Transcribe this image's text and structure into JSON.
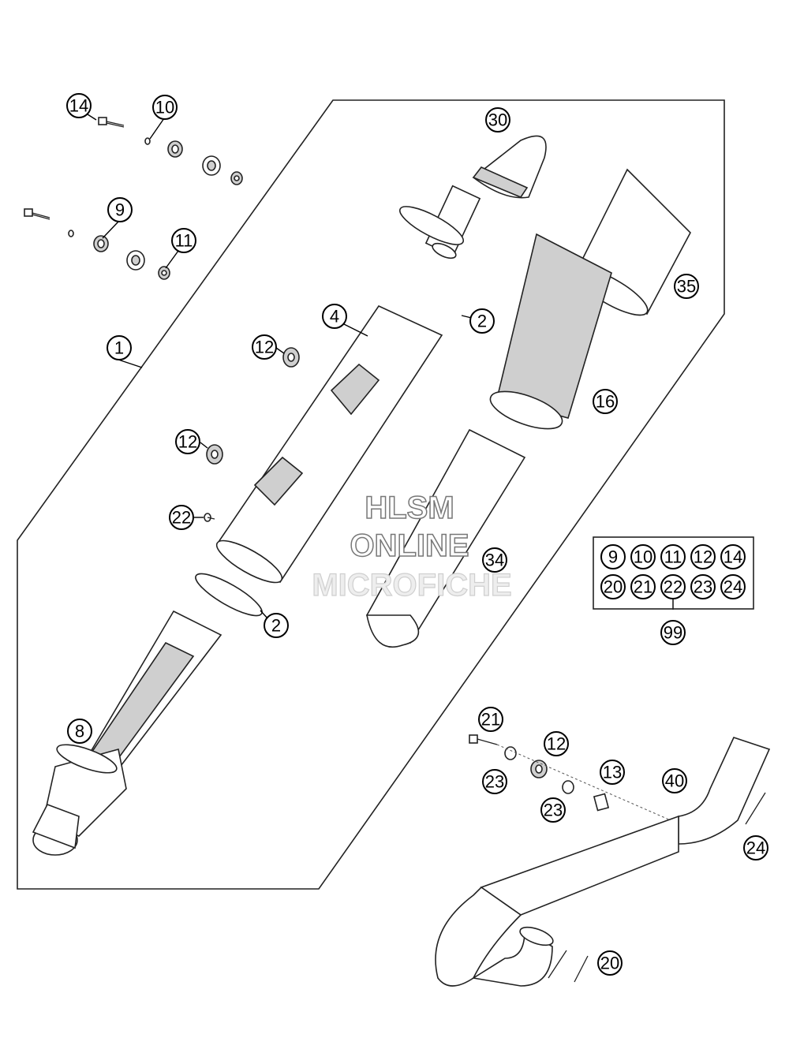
{
  "callouts": [
    {
      "id": "c14a",
      "label": "14"
    },
    {
      "id": "c10a",
      "label": "10"
    },
    {
      "id": "c9a",
      "label": "9"
    },
    {
      "id": "c11a",
      "label": "11"
    },
    {
      "id": "c30",
      "label": "30"
    },
    {
      "id": "c35",
      "label": "35"
    },
    {
      "id": "c2a",
      "label": "2"
    },
    {
      "id": "c4",
      "label": "4"
    },
    {
      "id": "c12a",
      "label": "12"
    },
    {
      "id": "c1",
      "label": "1"
    },
    {
      "id": "c16",
      "label": "16"
    },
    {
      "id": "c12b",
      "label": "12"
    },
    {
      "id": "c22a",
      "label": "22"
    },
    {
      "id": "c34",
      "label": "34"
    },
    {
      "id": "c2b",
      "label": "2"
    },
    {
      "id": "c8",
      "label": "8"
    },
    {
      "id": "c21a",
      "label": "21"
    },
    {
      "id": "c12c",
      "label": "12"
    },
    {
      "id": "c13",
      "label": "13"
    },
    {
      "id": "c40",
      "label": "40"
    },
    {
      "id": "c23a",
      "label": "23"
    },
    {
      "id": "c23b",
      "label": "23"
    },
    {
      "id": "c24a",
      "label": "24"
    },
    {
      "id": "c20a",
      "label": "20"
    },
    {
      "id": "c99",
      "label": "99"
    }
  ],
  "kit_box": {
    "row1": [
      "9",
      "10",
      "11",
      "12",
      "14"
    ],
    "row2": [
      "20",
      "21",
      "22",
      "23",
      "24"
    ]
  },
  "watermark": {
    "line1": "HLSM",
    "line2": "ONLINE",
    "line3": "MICROFICHE"
  }
}
